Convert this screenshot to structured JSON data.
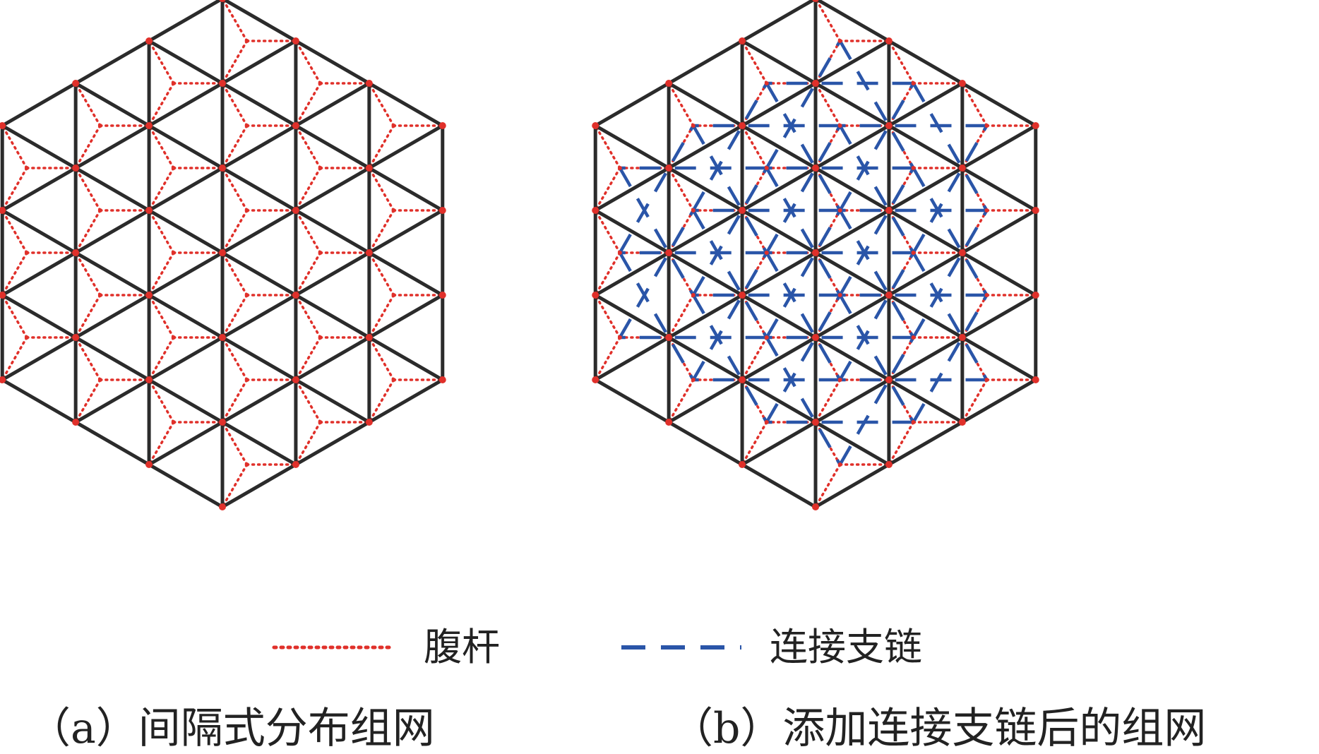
{
  "colors": {
    "frame": "#2b2b2b",
    "web": "#e0302a",
    "node": "#e0302a",
    "link": "#2a55a8"
  },
  "legend": {
    "web_label": "腹杆",
    "link_label": "连接支链"
  },
  "panels": [
    {
      "caption": "（a）间隔式分布组网",
      "show_links": false
    },
    {
      "caption": "（b）添加连接支链后的组网",
      "show_links": true
    }
  ]
}
